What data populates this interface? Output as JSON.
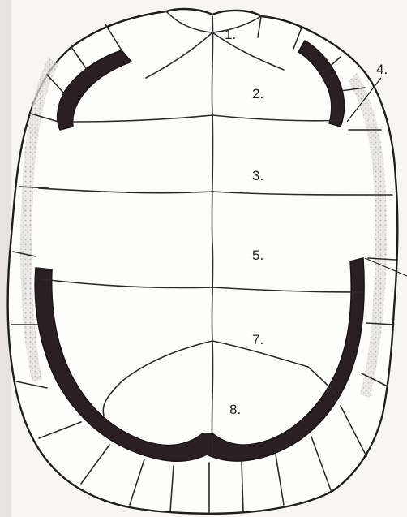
{
  "diagram": {
    "labels": [
      "1.",
      "2.",
      "3.",
      "4.",
      "5.",
      "7.",
      "8."
    ],
    "colors": {
      "background": "#f7f6f4",
      "shell": "#fdfdfc",
      "ink": "#1e1e1e",
      "bridge": "#2a2023",
      "shading": "#b9b5b3"
    }
  }
}
